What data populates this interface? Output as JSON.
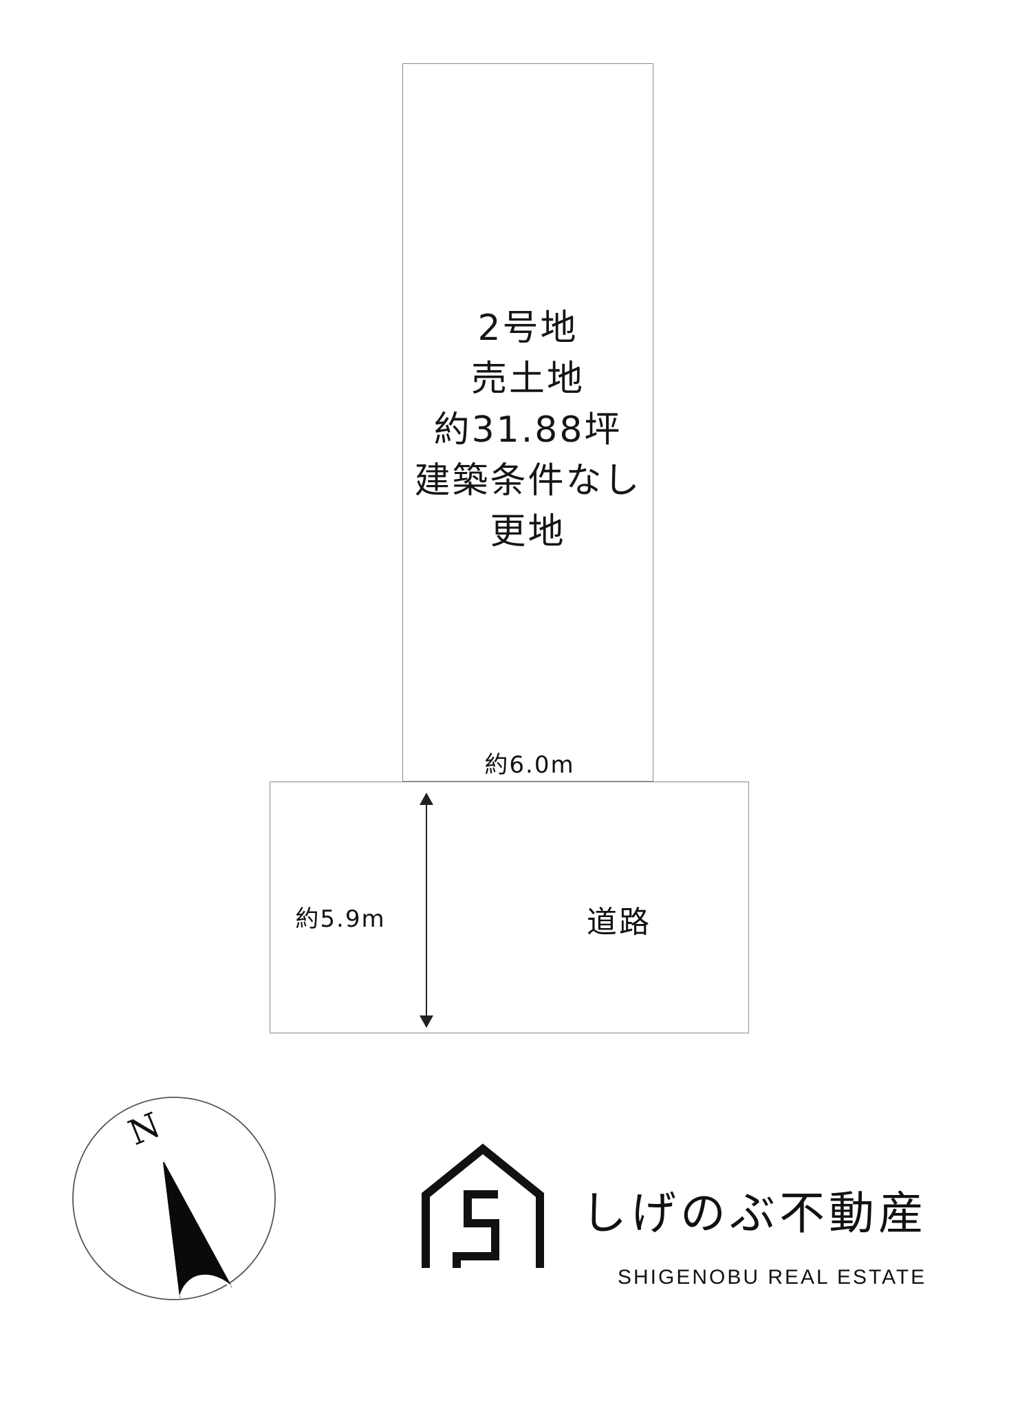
{
  "lot": {
    "lines": [
      "2号地",
      "売土地",
      "約31.88坪",
      "建築条件なし",
      "更地"
    ],
    "frontage_label": "約6.0m"
  },
  "road": {
    "label": "道路",
    "depth_label": "約5.9m"
  },
  "compass": {
    "north_label": "N",
    "icon": "north-arrow-icon"
  },
  "company": {
    "name": "しげのぶ不動産",
    "name_en": "SHIGENOBU REAL ESTATE",
    "logo_icon": "house-logo-icon"
  }
}
